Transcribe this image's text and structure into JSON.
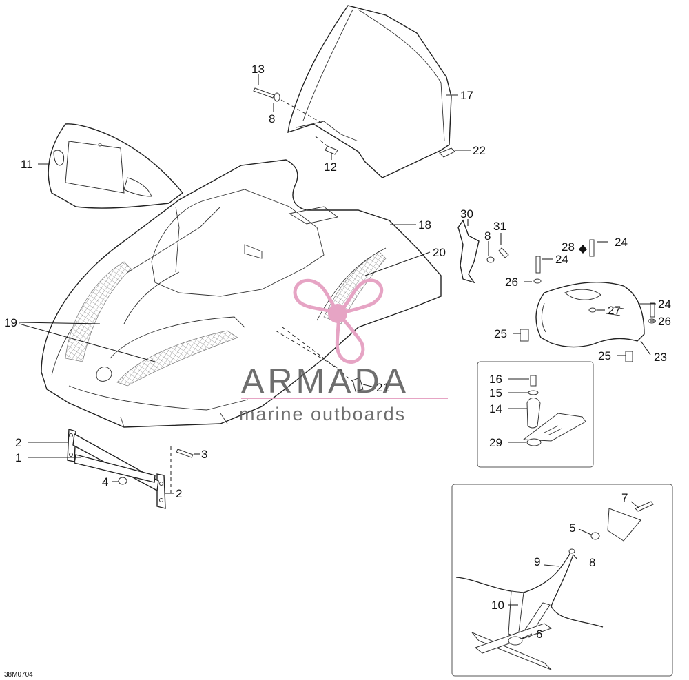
{
  "diagram": {
    "reference_code": "38M0704",
    "callouts": [
      {
        "id": "c13",
        "label": "13"
      },
      {
        "id": "c8a",
        "label": "8"
      },
      {
        "id": "c17",
        "label": "17"
      },
      {
        "id": "c11",
        "label": "11"
      },
      {
        "id": "c12",
        "label": "12"
      },
      {
        "id": "c22",
        "label": "22"
      },
      {
        "id": "c18",
        "label": "18"
      },
      {
        "id": "c30",
        "label": "30"
      },
      {
        "id": "c31",
        "label": "31"
      },
      {
        "id": "c8b",
        "label": "8"
      },
      {
        "id": "c28",
        "label": "28"
      },
      {
        "id": "c24a",
        "label": "24"
      },
      {
        "id": "c20",
        "label": "20"
      },
      {
        "id": "c24b",
        "label": "24"
      },
      {
        "id": "c26a",
        "label": "26"
      },
      {
        "id": "c27",
        "label": "27"
      },
      {
        "id": "c24c",
        "label": "24"
      },
      {
        "id": "c26b",
        "label": "26"
      },
      {
        "id": "c19",
        "label": "19"
      },
      {
        "id": "c25a",
        "label": "25"
      },
      {
        "id": "c23",
        "label": "23"
      },
      {
        "id": "c25b",
        "label": "25"
      },
      {
        "id": "c21",
        "label": "21"
      },
      {
        "id": "c16",
        "label": "16"
      },
      {
        "id": "c15",
        "label": "15"
      },
      {
        "id": "c14",
        "label": "14"
      },
      {
        "id": "c29",
        "label": "29"
      },
      {
        "id": "c2a",
        "label": "2"
      },
      {
        "id": "c1",
        "label": "1"
      },
      {
        "id": "c3",
        "label": "3"
      },
      {
        "id": "c4",
        "label": "4"
      },
      {
        "id": "c2b",
        "label": "2"
      },
      {
        "id": "c7",
        "label": "7"
      },
      {
        "id": "c5",
        "label": "5"
      },
      {
        "id": "c9",
        "label": "9"
      },
      {
        "id": "c8c",
        "label": "8"
      },
      {
        "id": "c10",
        "label": "10"
      },
      {
        "id": "c6",
        "label": "6"
      }
    ]
  },
  "watermark": {
    "brand": "ARMADA",
    "tagline": "marine outboards",
    "logo_colors": {
      "propeller": "#e6a4c4",
      "text": "#555555",
      "rule": "#e6a4c4"
    }
  }
}
